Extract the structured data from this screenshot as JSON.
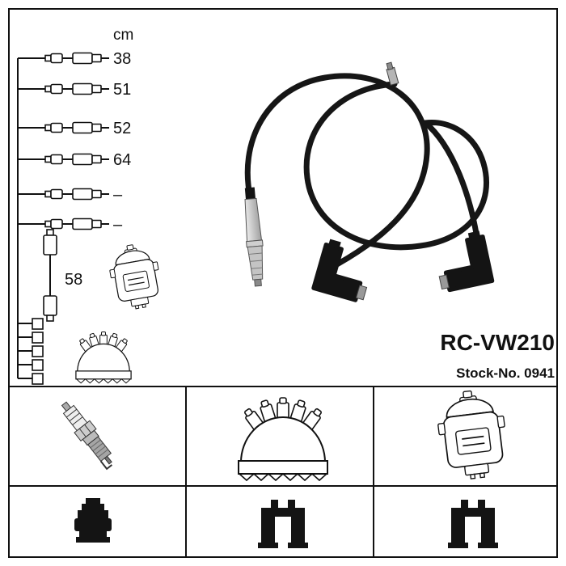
{
  "product": {
    "code": "RC-VW210",
    "stock_no": "Stock-No. 0941"
  },
  "cable_table": {
    "unit_header": "cm",
    "rows": [
      {
        "length": "38"
      },
      {
        "length": "51"
      },
      {
        "length": "52"
      },
      {
        "length": "64"
      },
      {
        "length": "–"
      },
      {
        "length": "–"
      }
    ],
    "coil_cable": {
      "length": "58"
    }
  },
  "colors": {
    "line": "#111111",
    "cable_black": "#161616",
    "boot_gray": "#b5b5b5",
    "background": "#ffffff"
  }
}
